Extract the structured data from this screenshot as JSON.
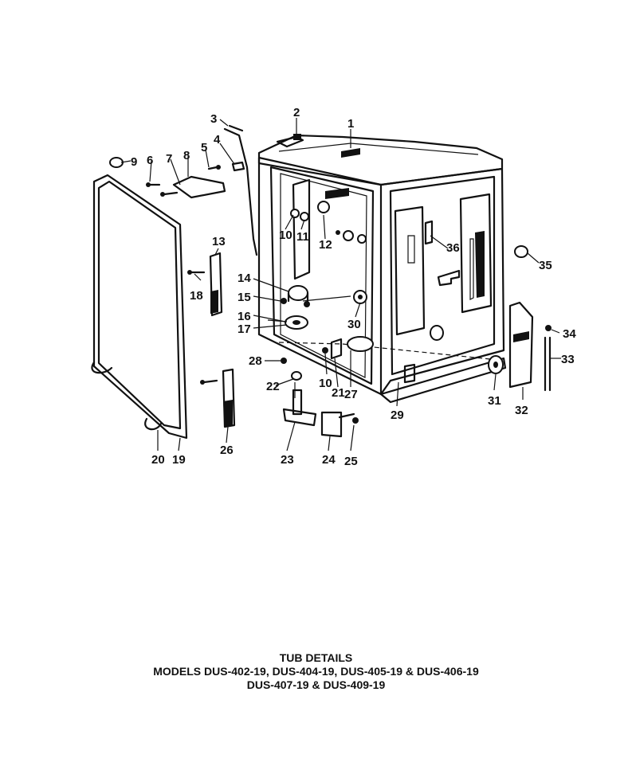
{
  "caption": {
    "title": "TUB DETAILS",
    "line1": "MODELS DUS-402-19, DUS-404-19, DUS-405-19 & DUS-406-19",
    "line2": "DUS-407-19 & DUS-409-19"
  },
  "callouts": {
    "c1": "1",
    "c2": "2",
    "c3": "3",
    "c4": "4",
    "c5": "5",
    "c6": "6",
    "c7": "7",
    "c8": "8",
    "c9": "9",
    "c10a": "10",
    "c10b": "10",
    "c11": "11",
    "c12": "12",
    "c13": "13",
    "c14": "14",
    "c15": "15",
    "c16": "16",
    "c17": "17",
    "c18": "18",
    "c19": "19",
    "c20": "20",
    "c21": "21",
    "c22": "22",
    "c23": "23",
    "c24": "24",
    "c25": "25",
    "c26": "26",
    "c27": "27",
    "c28": "28",
    "c29": "29",
    "c30": "30",
    "c31": "31",
    "c32": "32",
    "c33": "33",
    "c34": "34",
    "c35": "35",
    "c36": "36"
  }
}
